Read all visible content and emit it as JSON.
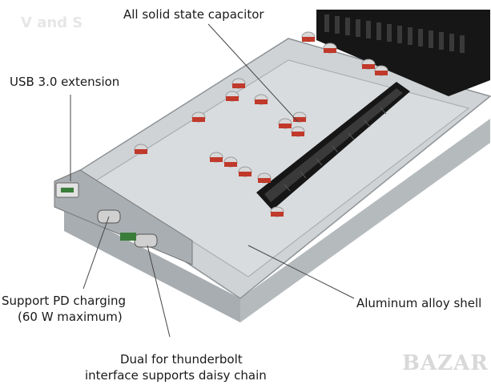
{
  "watermark_top": "V and S",
  "watermark_bottom": "BAZAR",
  "callouts": {
    "capacitor": "All solid state capacitor",
    "usb": "USB 3.0 extension",
    "pd_line1": "Support PD charging",
    "pd_line2": "(60 W maximum)",
    "shell": "Aluminum alloy shell",
    "thunderbolt_line1": "Dual for thunderbolt",
    "thunderbolt_line2": "interface supports daisy chain"
  },
  "colors": {
    "shell": "#c9cdd0",
    "shell_edge": "#8e9397",
    "connector": "#161616",
    "capacitor_body": "#d8d8d8",
    "capacitor_stripe": "#c0392b",
    "pcb_green": "#3a7d3a"
  }
}
